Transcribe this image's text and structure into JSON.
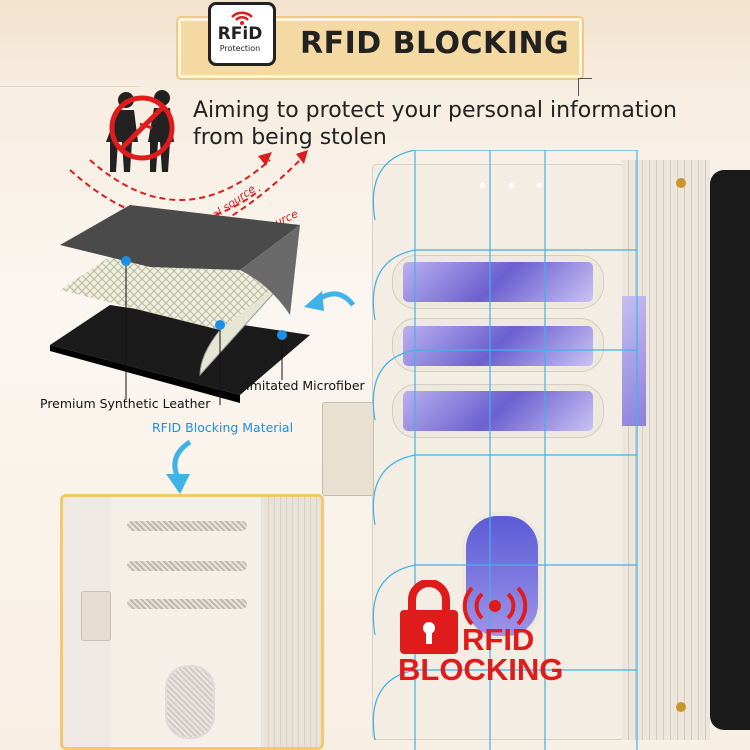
{
  "header": {
    "badge_text": "RFiD",
    "badge_subtext": "Protection",
    "title": "RFID BLOCKING"
  },
  "tagline": {
    "line1": "Aiming to protect your personal information",
    "line2": "from being stolen"
  },
  "signal_labels": [
    "signal source",
    "signal source"
  ],
  "layers": {
    "leather": "Premium Synthetic Leather",
    "microfiber": "Imitated Microfiber",
    "rfid": "RFID Blocking Material"
  },
  "lock_badge": {
    "line1": "RFID",
    "line2": "BLOCKING"
  },
  "colors": {
    "accent_blue": "#3fb3e8",
    "label_blue": "#1d8ee6",
    "red": "#e01b1b",
    "gold": "#f4d9a2"
  }
}
